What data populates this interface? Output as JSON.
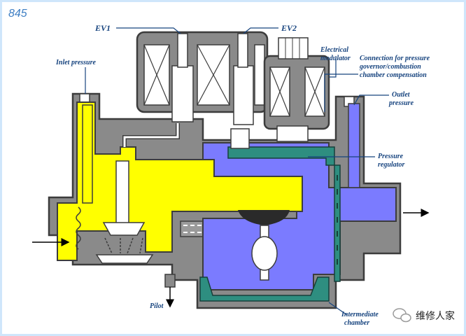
{
  "page_number": "845",
  "labels": {
    "ev1": "EV1",
    "ev2": "EV2",
    "inlet_pressure": "Inlet pressure",
    "electrical_modulator_l1": "Electrical",
    "electrical_modulator_l2": "modulator",
    "connection_l1": "Connection for pressure",
    "connection_l2": "governor/combustion",
    "connection_l3": "chamber compensation",
    "outlet_l1": "Outlet",
    "outlet_l2": "pressure",
    "pressure_regulator_l1": "Pressure",
    "pressure_regulator_l2": "regulator",
    "pilot": "Pilot",
    "intermediate_l1": "Intermediate",
    "intermediate_l2": "chamber"
  },
  "watermark": "维修人家",
  "colors": {
    "body": "#8a8a8a",
    "body_dark": "#3c3c3c",
    "inlet_gas": "#ffff00",
    "outlet_gas": "#7b7bff",
    "pilot_gas": "#2e8e80",
    "label": "#16437e",
    "frame": "#cfe6fb"
  },
  "icons": [
    "inlet-arrow-icon",
    "outlet-arrow-icon",
    "pilot-arrow-icon",
    "wechat-logo-icon"
  ]
}
